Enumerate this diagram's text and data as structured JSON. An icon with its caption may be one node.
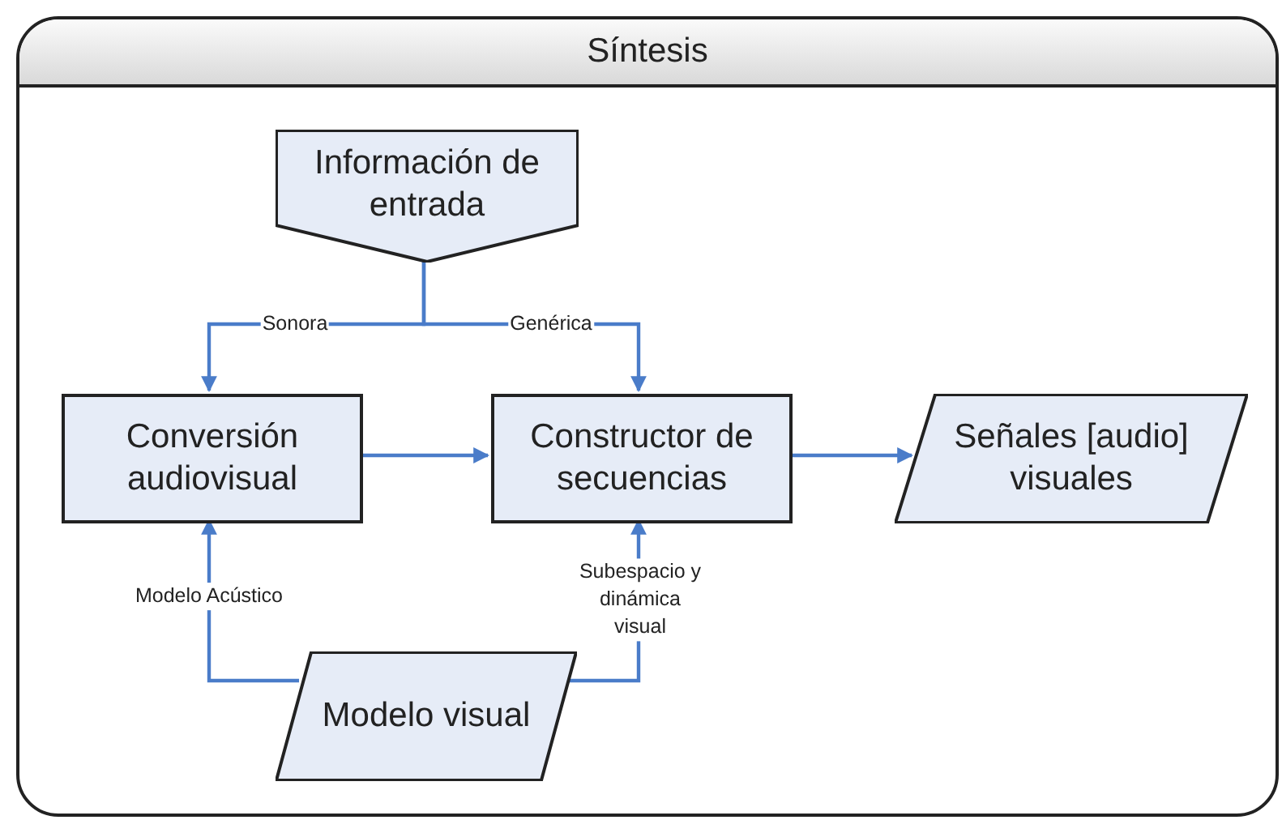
{
  "diagram": {
    "nodes": [
      {
        "text": [
          "Síntesis"
        ]
      },
      {
        "text": [
          "Información de entrada"
        ],
        "in": 0
      },
      {
        "text": [
          "Conversión audiovisual"
        ],
        "in": 0
      },
      {
        "text": [
          "Constructor de secuencias"
        ],
        "in": 0
      },
      {
        "text": [
          "Señales [audio] visuales"
        ],
        "in": 0
      },
      {
        "text": [
          "Modelo visual"
        ],
        "in": 0
      }
    ],
    "edges": [
      {
        "from": 1,
        "to": 2,
        "arrow": "to",
        "label": "Sonora"
      },
      {
        "from": 1,
        "to": 3,
        "arrow": "to",
        "label": "Genérica"
      },
      {
        "from": 2,
        "to": 3,
        "arrow": "to"
      },
      {
        "from": 3,
        "to": 4,
        "arrow": "to"
      },
      {
        "from": 5,
        "to": 2,
        "arrow": "to",
        "label": "Modelo Acústico"
      },
      {
        "from": 5,
        "to": 3,
        "arrow": "to",
        "label": "Subespacio y dinámica visual"
      }
    ]
  }
}
